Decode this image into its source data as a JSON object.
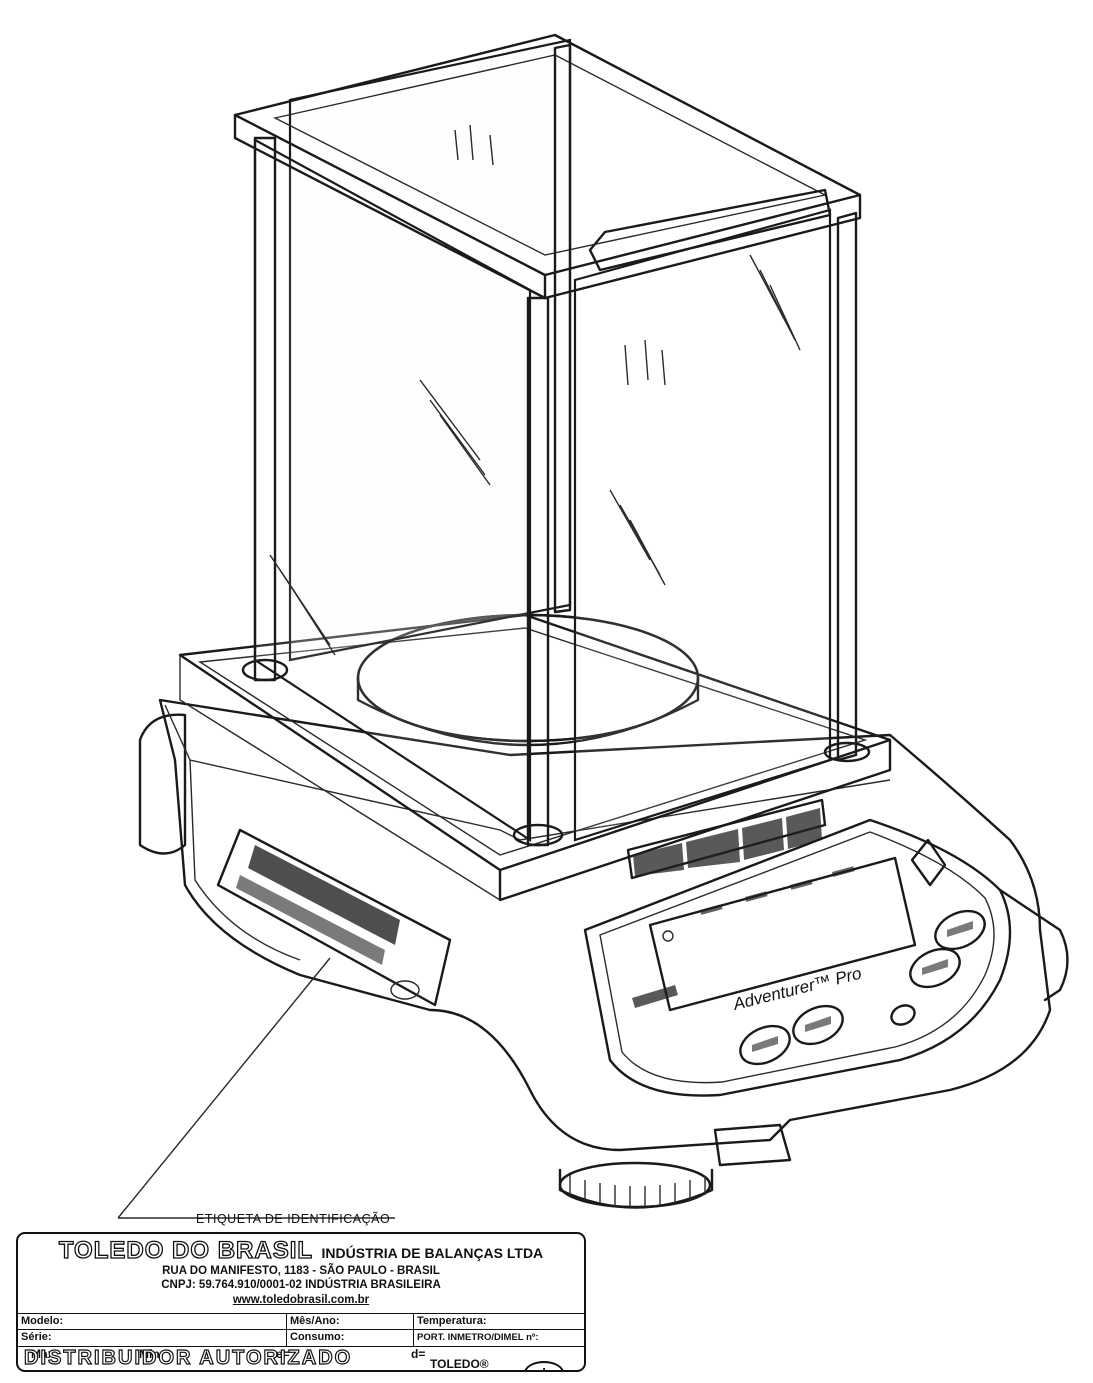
{
  "callout": {
    "label": "ETIQUETA DE IDENTIFICAÇÃO"
  },
  "id_label": {
    "brand": "TOLEDO DO BRASIL",
    "company": "INDÚSTRIA DE BALANÇAS LTDA",
    "address": "RUA DO MANIFESTO, 1183 - SÃO PAULO - BRASIL",
    "cnpj": "CNPJ: 59.764.910/0001-02 INDÚSTRIA BRASILEIRA",
    "website": "www.toledobrasil.com.br",
    "field_modelo": "Modelo:",
    "field_mes_ano": "Mês/Ano:",
    "field_temperatura": "Temperatura:",
    "field_serie": "Série:",
    "field_consumo": "Consumo:",
    "field_port": "PORT. INMETRO/DIMEL nº:",
    "field_max": "Max.",
    "field_min": "Min.",
    "field_e": "e=",
    "field_d": "d=",
    "distribuidor": "DISTRIBUIDOR AUTORIZADO",
    "toledo_mark": "TOLEDO®",
    "accuracy_class": "I"
  },
  "balance": {
    "model_name": "Adventurer™ Pro"
  }
}
